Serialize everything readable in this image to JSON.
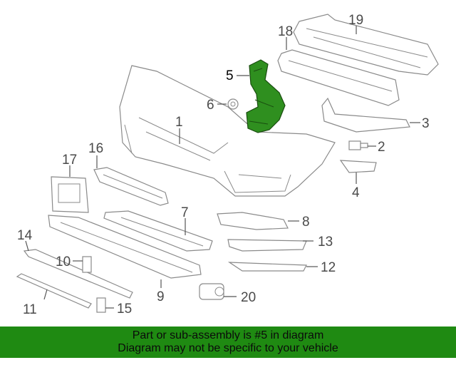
{
  "callouts": {
    "c1": "1",
    "c2": "2",
    "c3": "3",
    "c4": "4",
    "c5": "5",
    "c6": "6",
    "c7": "7",
    "c8": "8",
    "c9": "9",
    "c10": "10",
    "c11": "11",
    "c12": "12",
    "c13": "13",
    "c14": "14",
    "c15": "15",
    "c16": "16",
    "c17": "17",
    "c18": "18",
    "c19": "19",
    "c20": "20"
  },
  "highlight_part": "5",
  "highlight_color": "#2f8f1f",
  "banner": {
    "line1": "Part or sub-assembly is #5 in diagram",
    "line2": "Diagram may not be specific to your vehicle",
    "color": "#1f8a12"
  }
}
